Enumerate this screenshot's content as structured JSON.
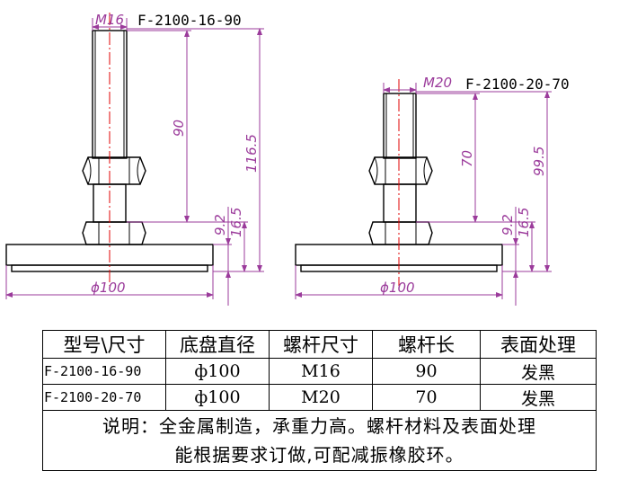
{
  "drawing": {
    "left": {
      "model": "F-2100-16-90",
      "thread": "M16",
      "dims": {
        "thread_length": "90",
        "total_height": "116.5",
        "base_thickness": "9.2",
        "nut_height": "16.5",
        "diameter": "ϕ100"
      }
    },
    "right": {
      "model": "F-2100-20-70",
      "thread": "M20",
      "dims": {
        "thread_length": "70",
        "total_height": "99.5",
        "base_thickness": "9.2",
        "nut_height": "16.5",
        "diameter": "ϕ100"
      }
    }
  },
  "table": {
    "headers": [
      "型号\\尺寸",
      "底盘直径",
      "螺杆尺寸",
      "螺杆长",
      "表面处理"
    ],
    "rows": [
      {
        "model": "F-2100-16-90",
        "base": "ф100",
        "thread": "M16",
        "length": "90",
        "finish": "发黑"
      },
      {
        "model": "F-2100-20-70",
        "base": "ф100",
        "thread": "M20",
        "length": "70",
        "finish": "发黑"
      }
    ],
    "note_line1": "说明：全金属制造，承重力高。螺杆材料及表面处理",
    "note_line2": "能根据要求订做,可配减振橡胶环。"
  }
}
